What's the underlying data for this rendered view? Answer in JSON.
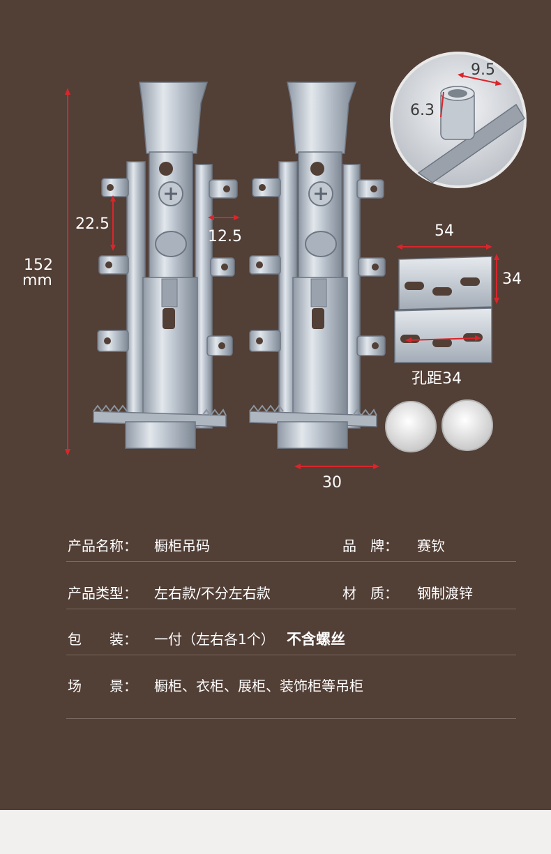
{
  "dimensions": {
    "height_value": "152",
    "height_unit": "mm",
    "hole_vertical": "22.5",
    "hole_horizontal": "12.5",
    "base_width": "30",
    "plate_width": "54",
    "plate_height": "34",
    "hole_spacing": "孔距34",
    "inset_width": "9.5",
    "inset_height": "6.3"
  },
  "specs": {
    "name_label": "产品名称：",
    "name_value": "橱柜吊码",
    "brand_label": "品　牌：",
    "brand_value": "赛钦",
    "type_label": "产品类型：",
    "type_value": "左右款/不分左右款",
    "material_label": "材　质：",
    "material_value": "钢制渡锌",
    "package_label": "包　　装：",
    "package_value": "一付（左右各1个）",
    "package_note": "不含螺丝",
    "scene_label": "场　　景：",
    "scene_value": "橱柜、衣柜、展柜、装饰柜等吊柜"
  },
  "colors": {
    "background": "#523f36",
    "dimension_line": "#d8262c",
    "metal": "#c9d0d8",
    "text": "#ffffff"
  }
}
